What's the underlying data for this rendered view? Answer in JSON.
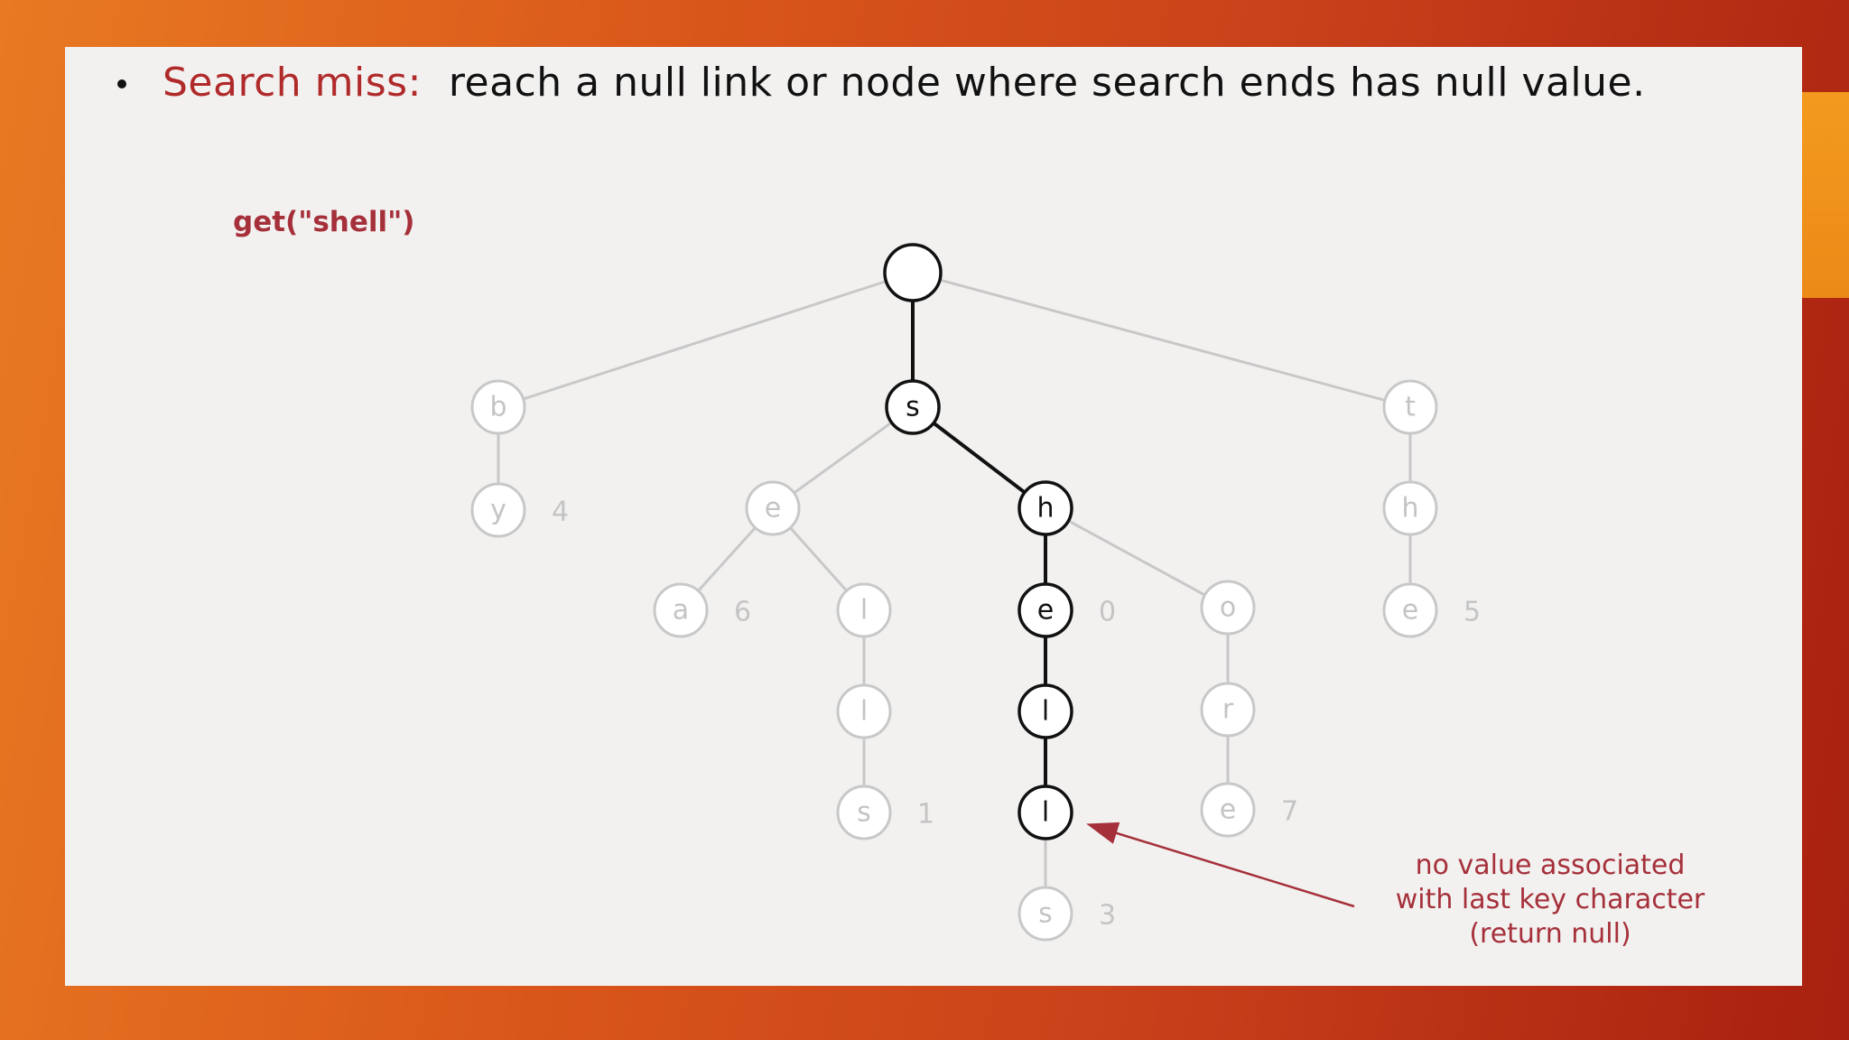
{
  "slide": {
    "bullet_label": "Search miss:",
    "bullet_text": "reach a null link or node where search ends has null value.",
    "query": "get(\"shell\")",
    "annotation": [
      "no value associated",
      "with last key character",
      "(return null)"
    ]
  },
  "colors": {
    "highlight": "#111111",
    "faded": "#c8c8c8",
    "accent": "#a5303a"
  },
  "trie": {
    "nodes": [
      {
        "id": "root",
        "label": "",
        "value": "",
        "highlight": true
      },
      {
        "id": "b",
        "label": "b",
        "value": "",
        "highlight": false
      },
      {
        "id": "y",
        "label": "y",
        "value": "4",
        "highlight": false
      },
      {
        "id": "s",
        "label": "s",
        "value": "",
        "highlight": true
      },
      {
        "id": "e1",
        "label": "e",
        "value": "",
        "highlight": false
      },
      {
        "id": "a",
        "label": "a",
        "value": "6",
        "highlight": false
      },
      {
        "id": "l1",
        "label": "l",
        "value": "",
        "highlight": false
      },
      {
        "id": "l2",
        "label": "l",
        "value": "",
        "highlight": false
      },
      {
        "id": "s2",
        "label": "s",
        "value": "1",
        "highlight": false
      },
      {
        "id": "h",
        "label": "h",
        "value": "",
        "highlight": true
      },
      {
        "id": "e2",
        "label": "e",
        "value": "0",
        "highlight": true
      },
      {
        "id": "l3",
        "label": "l",
        "value": "",
        "highlight": true
      },
      {
        "id": "l4",
        "label": "l",
        "value": "",
        "highlight": true
      },
      {
        "id": "s3",
        "label": "s",
        "value": "3",
        "highlight": false
      },
      {
        "id": "o",
        "label": "o",
        "value": "",
        "highlight": false
      },
      {
        "id": "r",
        "label": "r",
        "value": "",
        "highlight": false
      },
      {
        "id": "e3",
        "label": "e",
        "value": "7",
        "highlight": false
      },
      {
        "id": "t",
        "label": "t",
        "value": "",
        "highlight": false
      },
      {
        "id": "h2",
        "label": "h",
        "value": "",
        "highlight": false
      },
      {
        "id": "e4",
        "label": "e",
        "value": "5",
        "highlight": false
      }
    ],
    "edges": [
      {
        "from": "root",
        "to": "b",
        "highlight": false
      },
      {
        "from": "root",
        "to": "s",
        "highlight": true
      },
      {
        "from": "root",
        "to": "t",
        "highlight": false
      },
      {
        "from": "b",
        "to": "y",
        "highlight": false
      },
      {
        "from": "s",
        "to": "e1",
        "highlight": false
      },
      {
        "from": "s",
        "to": "h",
        "highlight": true
      },
      {
        "from": "e1",
        "to": "a",
        "highlight": false
      },
      {
        "from": "e1",
        "to": "l1",
        "highlight": false
      },
      {
        "from": "l1",
        "to": "l2",
        "highlight": false
      },
      {
        "from": "l2",
        "to": "s2",
        "highlight": false
      },
      {
        "from": "h",
        "to": "e2",
        "highlight": true
      },
      {
        "from": "h",
        "to": "o",
        "highlight": false
      },
      {
        "from": "e2",
        "to": "l3",
        "highlight": true
      },
      {
        "from": "l3",
        "to": "l4",
        "highlight": true
      },
      {
        "from": "l4",
        "to": "s3",
        "highlight": false
      },
      {
        "from": "o",
        "to": "r",
        "highlight": false
      },
      {
        "from": "r",
        "to": "e3",
        "highlight": false
      },
      {
        "from": "t",
        "to": "h2",
        "highlight": false
      },
      {
        "from": "h2",
        "to": "e4",
        "highlight": false
      }
    ]
  }
}
